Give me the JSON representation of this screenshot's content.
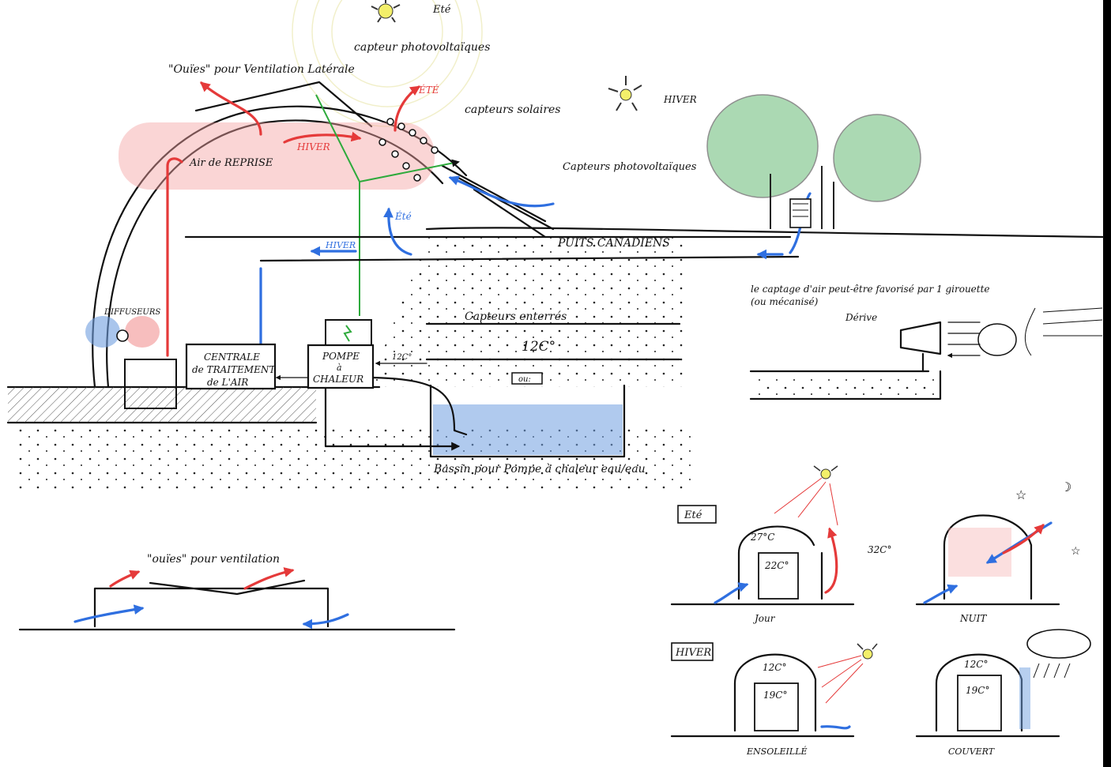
{
  "colors": {
    "hot": "#e53a3a",
    "cold": "#2f6fe0",
    "duct": "#2eaa3c",
    "water": "#6f9fe0",
    "tree": "#5ab56a"
  },
  "main": {
    "ete_top": "Eté",
    "capteur_pv_top": "capteur photovoltaïques",
    "ouies_lateral": "\"Ouïes\" pour Ventilation Latérale",
    "ete_red": "ÉTÉ",
    "hiver_red": "HIVER",
    "capteurs_solaires": "capteurs solaires",
    "air_reprise": "Air de REPRISE",
    "hiver_sun": "HIVER",
    "capteurs_pv": "Capteurs photovoltaïques",
    "ete_blue": "Été",
    "hiver_blue": "HIVER",
    "puits": "PUITS CANADIENS",
    "diffuseurs": "DIFFUSEURS",
    "centrale_1": "CENTRALE",
    "centrale_2": "de TRAITEMENT",
    "centrale_3": "de L'AIR",
    "pompe_1": "POMPE",
    "pompe_2": "à",
    "pompe_3": "CHALEUR",
    "capteurs_enterres": "Capteurs enterrés",
    "temp_12": "12C°",
    "temp_12_small": "12C°",
    "ou": "ou:",
    "bassin": "Bassin pour Pompe à chaleur eau/eau"
  },
  "girouette": {
    "line1": "le captage d'air peut-être favorisé par 1 girouette",
    "line2": "(ou mécanisé)",
    "derive": "Dérive"
  },
  "ventilation": {
    "label": "\"ouïes\" pour ventilation"
  },
  "panels": {
    "ete_tag": "Eté",
    "hiver_tag": "HIVER",
    "jour": "Jour",
    "nuit": "NUIT",
    "ensoleille": "ENSOLEILLÉ",
    "couvert": "COUVERT",
    "t_27": "27°C",
    "t_22": "22C°",
    "t_32": "32C°",
    "t_12a": "12C°",
    "t_19a": "19C°",
    "t_12b": "12C°",
    "t_19b": "19C°"
  }
}
